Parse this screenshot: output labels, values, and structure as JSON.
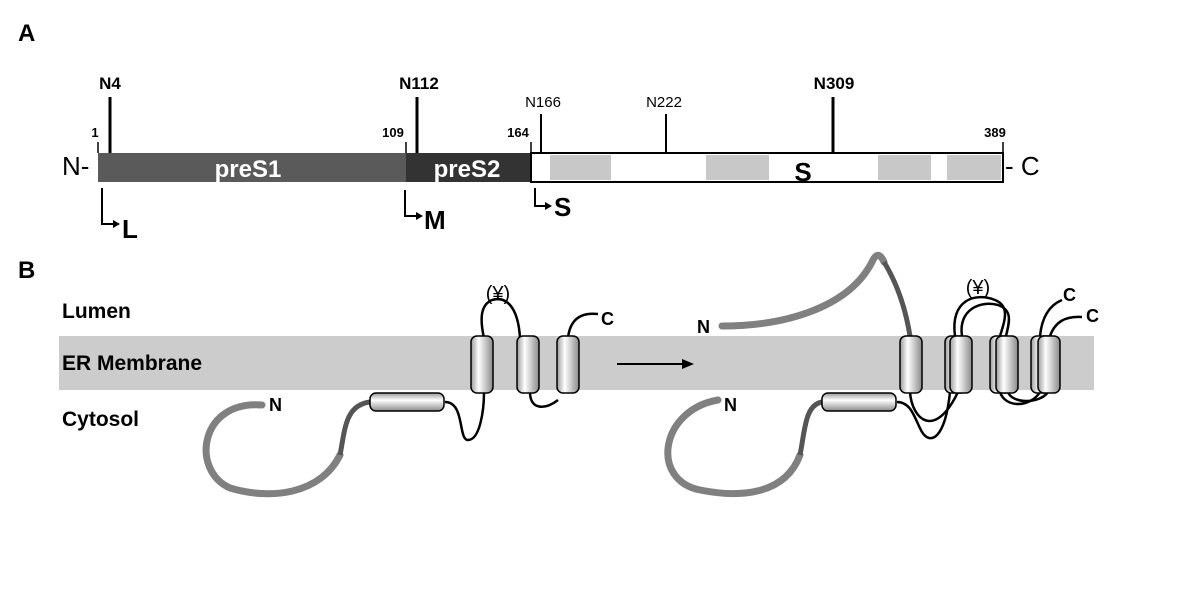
{
  "panels": {
    "a": "A",
    "b": "B"
  },
  "panel_a": {
    "n_terminus": "N-",
    "c_terminus": "- C",
    "domains": {
      "pres1": "preS1",
      "pres2": "preS2",
      "s": "S"
    },
    "positions": {
      "p1": "1",
      "p109": "109",
      "p164": "164",
      "p389": "389"
    },
    "glycosylation_sites": {
      "n4": "N4",
      "n112": "N112",
      "n166": "N166",
      "n222": "N222",
      "n309": "N309"
    },
    "start_sites": {
      "l": "L",
      "m": "M",
      "s": "S"
    }
  },
  "panel_b": {
    "compartments": {
      "lumen": "Lumen",
      "membrane": "ER Membrane",
      "cytosol": "Cytosol"
    },
    "left_topology": {
      "n_label": "N",
      "c_label": "C",
      "glycan": "(¥)"
    },
    "right_topology": {
      "n_lumen_label": "N",
      "n_cytosol_label": "N",
      "c_label_1": "C",
      "c_label_2": "C",
      "glycan": "(¥)"
    }
  },
  "colors": {
    "pres1": "#5a5a5a",
    "pres2": "#333333",
    "s_domain": "#ffffff",
    "tm_segment": "#c8c8c8",
    "membrane": "#cccccc",
    "pres_chain": "#808080"
  }
}
